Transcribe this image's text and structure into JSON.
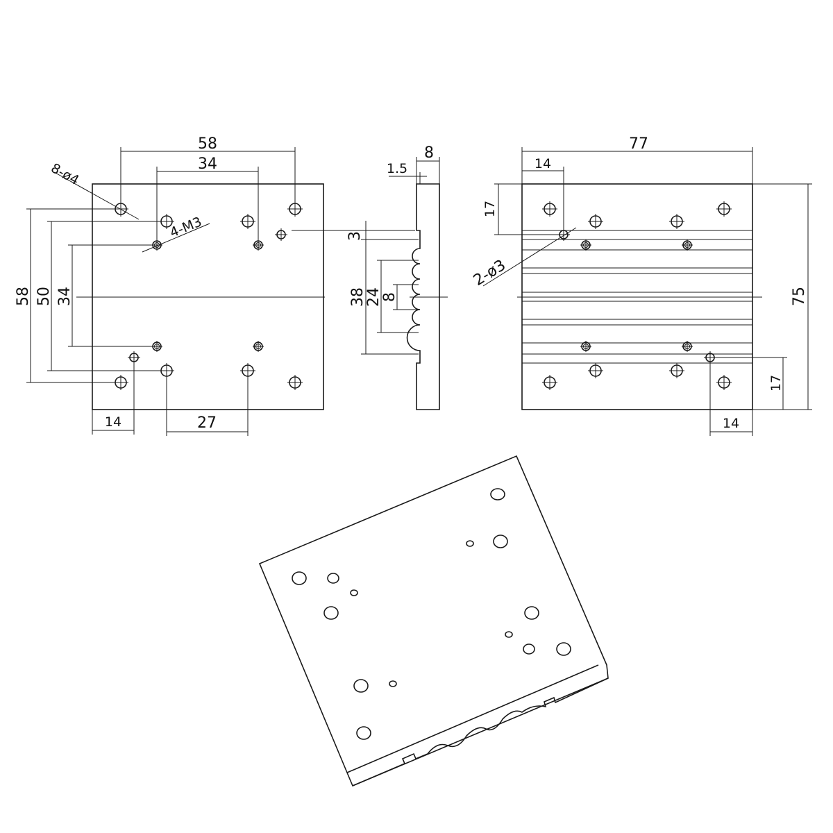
{
  "front_view": {
    "dims": {
      "top_outer": "58",
      "top_inner": "34",
      "holes_a": "8-ø4",
      "holes_b": "4-M3",
      "left_outer": "58",
      "left_mid": "50",
      "left_inner": "34",
      "bottom_left": "14",
      "bottom_mid": "27"
    }
  },
  "side_view": {
    "dims": {
      "top_width": "8",
      "top_step": "1.5",
      "groove_depth": "3",
      "span_outer": "38",
      "span_mid": "24",
      "span_inner": "8"
    }
  },
  "right_view": {
    "dims": {
      "top_width": "77",
      "top_offset": "14",
      "left_top": "17",
      "holes": "2-ø3",
      "right_height": "75",
      "right_bottom": "17",
      "bottom_offset": "14"
    }
  }
}
